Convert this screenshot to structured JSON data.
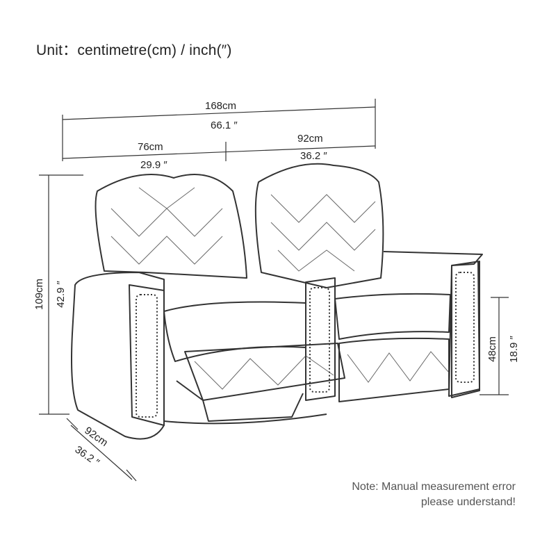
{
  "header": {
    "unit_label": "Unit：centimetre(cm) / inch(″)"
  },
  "dimensions": {
    "total_width_cm": "168cm",
    "total_width_in": "66.1 ″",
    "left_width_cm": "76cm",
    "left_width_in": "29.9 ″",
    "right_width_cm": "92cm",
    "right_width_in": "36.2 ″",
    "height_cm": "109cm",
    "height_in": "42.9 ″",
    "arm_height_cm": "48cm",
    "arm_height_in": "18.9 ″",
    "depth_cm": "92cm",
    "depth_in": "36.2 ″"
  },
  "note": {
    "line1": "Note: Manual measurement error",
    "line2": "please understand!"
  }
}
